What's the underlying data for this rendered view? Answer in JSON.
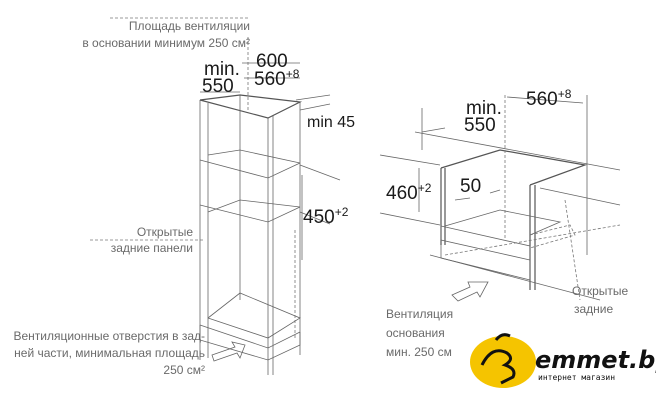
{
  "left_diagram": {
    "vent_top_line1": "Площадь вентиляции",
    "vent_top_line2": "в основании минимум 250 см²",
    "dim_width_total": "600",
    "dim_min_label": "min.",
    "dim_depth": "550",
    "dim_width_inner": "560",
    "dim_width_inner_tol": "+8",
    "dim_gap": "min 45",
    "dim_height": "450",
    "dim_height_tol": "+2",
    "open_back_line1": "Открытые",
    "open_back_line2": "задние панели",
    "vent_bottom_line1": "Вентиляционные отверстия в зад-",
    "vent_bottom_line2": "ней части, минимальная площадь",
    "vent_bottom_line3": "250 см²"
  },
  "right_diagram": {
    "dim_min_label": "min.",
    "dim_depth": "550",
    "dim_width": "560",
    "dim_width_tol": "+8",
    "dim_height": "460",
    "dim_height_tol": "+2",
    "dim_offset": "50",
    "vent_line1": "Вентиляция",
    "vent_line2": "основания",
    "vent_line3": "мин. 250 см",
    "open_back_line1": "Открытые",
    "open_back_line2": "задние"
  },
  "watermark": {
    "brand": "emmet.by",
    "tagline": "интернет магазин",
    "logo_color": "#f5c400"
  }
}
